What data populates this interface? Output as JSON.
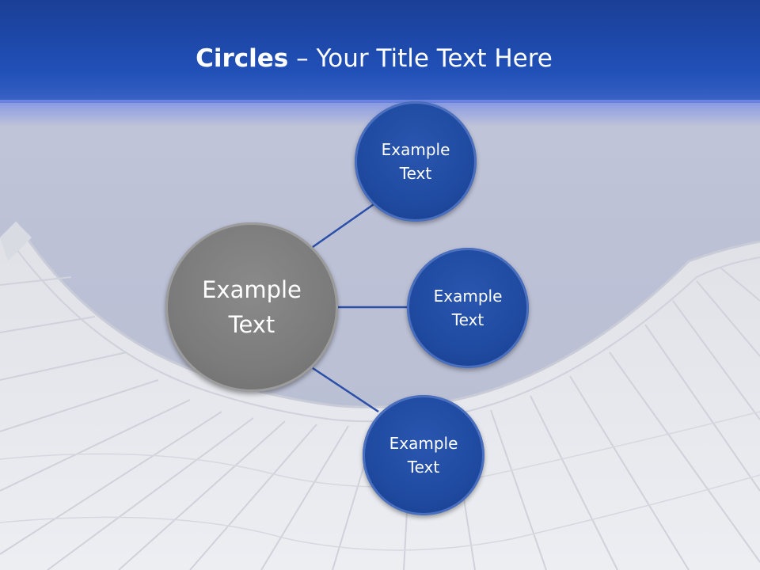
{
  "title": {
    "bold": "Circles",
    "rest": " – Your Title Text Here"
  },
  "colors": {
    "header": "#2150b8",
    "center_node": "#7b7b7b",
    "satellite_node": "#1f4aa0",
    "connector": "#2b4fa8"
  },
  "diagram": {
    "center": {
      "line1": "Example",
      "line2": "Text"
    },
    "nodes": [
      {
        "line1": "Example",
        "line2": "Text"
      },
      {
        "line1": "Example",
        "line2": "Text"
      },
      {
        "line1": "Example",
        "line2": "Text"
      }
    ]
  }
}
